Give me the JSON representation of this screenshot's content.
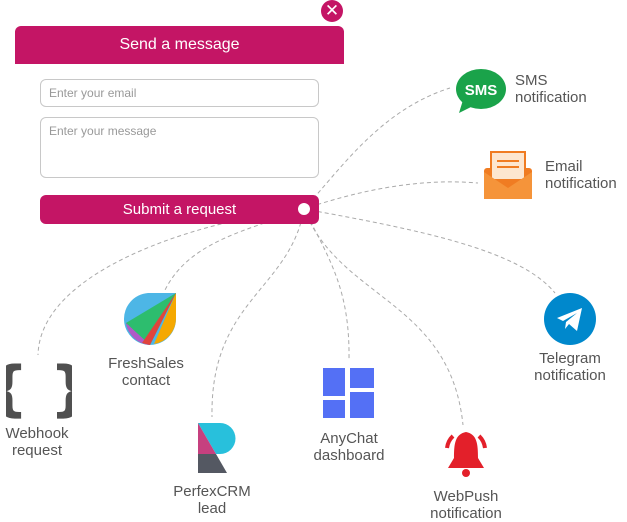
{
  "form": {
    "title": "Send a message",
    "email_placeholder": "Enter your email",
    "message_placeholder": "Enter your message",
    "submit_label": "Submit a request",
    "close_icon": "close-icon"
  },
  "colors": {
    "brand": "#c41565",
    "telegram": "#0088cc",
    "anychat": "#5470f5",
    "webpush": "#e3202a",
    "sms": "#1aa34a",
    "email": "#f07c22"
  },
  "integrations": {
    "sms": {
      "badge": "SMS",
      "line1": "SMS",
      "line2": "notification"
    },
    "email": {
      "line1": "Email",
      "line2": "notification"
    },
    "telegram": {
      "line1": "Telegram",
      "line2": "notification"
    },
    "webpush": {
      "line1": "WebPush",
      "line2": "notification"
    },
    "anychat": {
      "line1": "AnyChat",
      "line2": "dashboard"
    },
    "perfex": {
      "line1": "PerfexCRM",
      "line2": "lead"
    },
    "freshsales": {
      "line1": "FreshSales",
      "line2": "contact"
    },
    "webhook": {
      "line1": "Webhook",
      "line2": "request"
    }
  }
}
